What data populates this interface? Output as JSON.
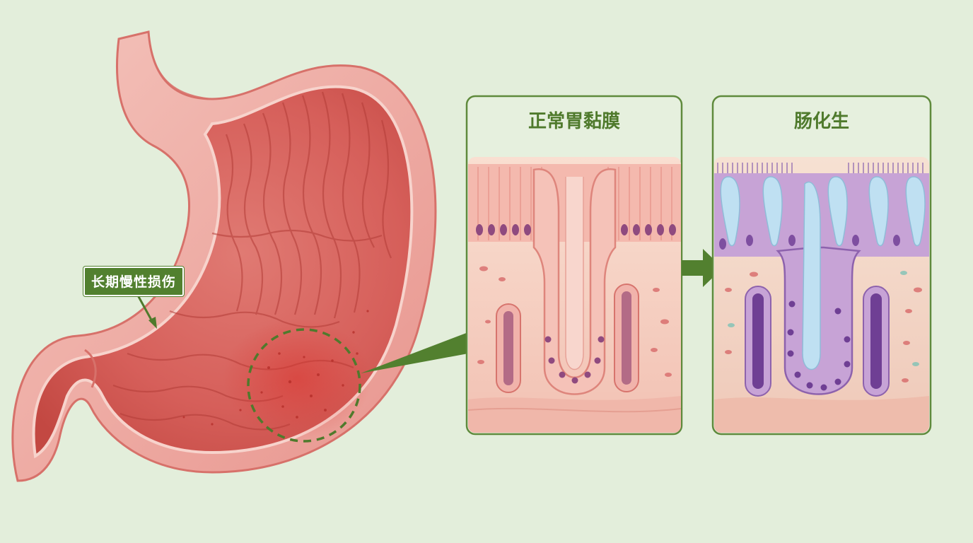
{
  "labels": {
    "damage": "长期慢性损伤",
    "normal_panel_title": "正常胃黏膜",
    "metaplasia_panel_title": "肠化生"
  },
  "colors": {
    "background": "#e3eedb",
    "accent_green": "#52802f",
    "stomach_pink": "#ea9f98",
    "normal_cells": "#f3b8ae",
    "metaplasia_cells": "#c7a3d6",
    "goblet_blue": "#bfe0f2"
  },
  "icons": {
    "arrow_between_panels": "arrow-right-icon",
    "callout_pointer": "arrow-down-right-icon"
  }
}
